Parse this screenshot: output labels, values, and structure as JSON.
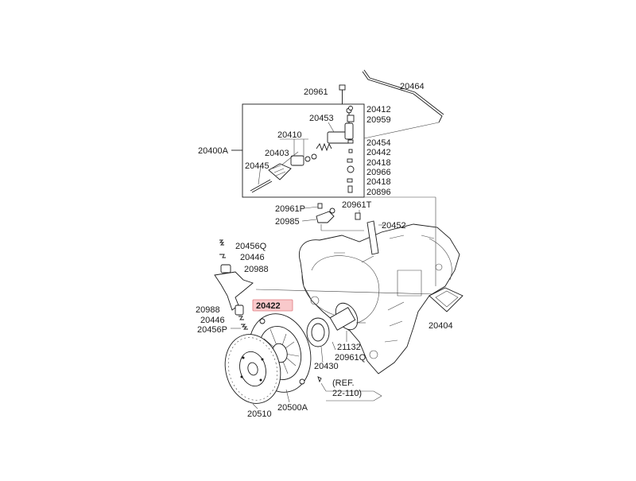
{
  "diagram": {
    "highlight_color": "#f9c9cb",
    "labels": {
      "p20961_top": "20961",
      "p20464": "20464",
      "p20412": "20412",
      "p20959": "20959",
      "p20453": "20453",
      "p20410": "20410",
      "p20454": "20454",
      "p20442": "20442",
      "p20400A": "20400A",
      "p20403": "20403",
      "p20418a": "20418",
      "p20445": "20445",
      "p20966": "20966",
      "p20418b": "20418",
      "p20896": "20896",
      "p20961P": "20961P",
      "p20961T": "20961T",
      "p20985": "20985",
      "p20452": "20452",
      "p20456Q": "20456Q",
      "p20446a": "20446",
      "p20988a": "20988",
      "p20422": "20422",
      "p20988b": "20988",
      "p20446b": "20446",
      "p20456P": "20456P",
      "p20404": "20404",
      "p21132": "21132",
      "p20961Q": "20961Q",
      "p20430": "20430",
      "ref_line1": "(REF.",
      "ref_line2": "22-110)",
      "p20510": "20510",
      "p20500A": "20500A"
    }
  }
}
